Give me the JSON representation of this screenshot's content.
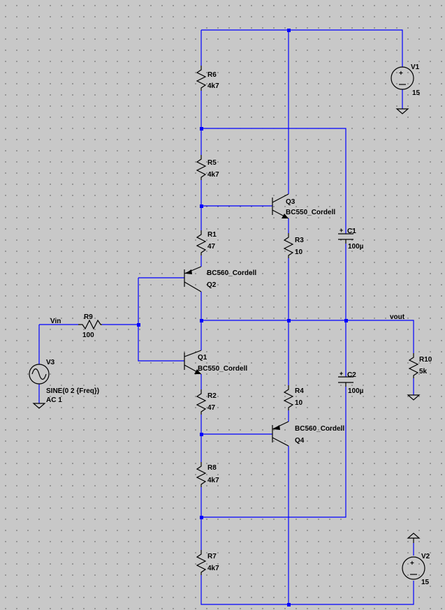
{
  "labels": {
    "R6": {
      "name": "R6",
      "value": "4k7"
    },
    "R5": {
      "name": "R5",
      "value": "4k7"
    },
    "R1": {
      "name": "R1",
      "value": "47"
    },
    "R2": {
      "name": "R2",
      "value": "47"
    },
    "R8": {
      "name": "R8",
      "value": "4k7"
    },
    "R7": {
      "name": "R7",
      "value": "4k7"
    },
    "R3": {
      "name": "R3",
      "value": "10"
    },
    "R4": {
      "name": "R4",
      "value": "10"
    },
    "R9": {
      "name": "R9",
      "value": "100"
    },
    "R10": {
      "name": "R10",
      "value": "5k"
    },
    "C1": {
      "name": "C1",
      "value": "100µ"
    },
    "C2": {
      "name": "C2",
      "value": "100µ"
    },
    "Q1": {
      "name": "Q1",
      "model": "BC550_Cordell"
    },
    "Q2": {
      "name": "Q2",
      "model": "BC560_Cordell"
    },
    "Q3": {
      "name": "Q3",
      "model": "BC550_Cordell"
    },
    "Q4": {
      "name": "Q4",
      "model": "BC560_Cordell"
    },
    "V1": {
      "name": "V1",
      "value": "15"
    },
    "V2": {
      "name": "V2",
      "value": "15"
    },
    "V3": {
      "name": "V3",
      "value": "SINE(0 2 {Freq})",
      "ac": "AC 1"
    },
    "nets": {
      "vin": "Vin",
      "vout": "vout"
    }
  }
}
